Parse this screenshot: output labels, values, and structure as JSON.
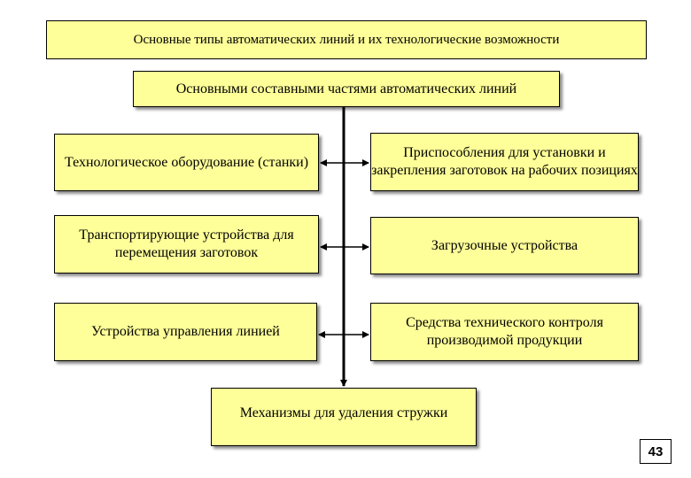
{
  "diagram": {
    "title": "Основные типы автоматических линий и их технологические возможности",
    "subtitle": "Основными составными частями автоматических линий",
    "left_items": [
      "Технологическое оборудование (станки)",
      "Транспортирующие устройства для перемещения заготовок",
      "Устройства управления линией"
    ],
    "right_items": [
      "Приспособления для установки и закрепления заготовок на рабочих позициях",
      "Загрузочные устройства",
      "Средства технического контроля производимой продукции"
    ],
    "bottom_item": "Механизмы для удаления стружки",
    "colors": {
      "box_fill": "#ffff99",
      "line": "#000000"
    }
  },
  "page_number": "43"
}
